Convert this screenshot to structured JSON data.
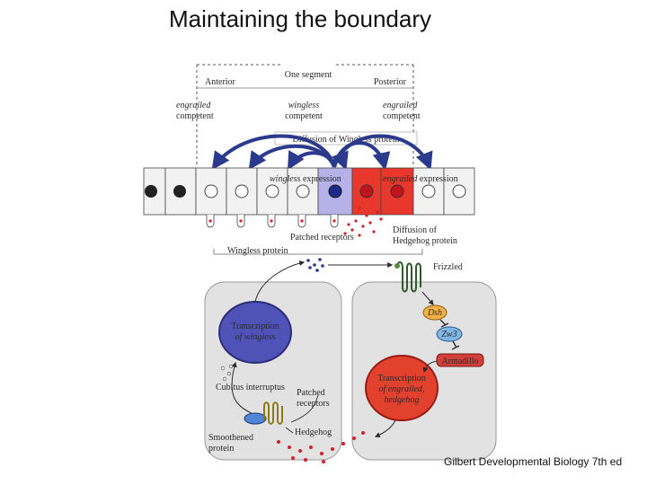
{
  "title": "Maintaining the boundary",
  "credit": "Gilbert Developmental Biology 7th ed",
  "diagram": {
    "segment_label": "One segment",
    "anterior": "Anterior",
    "posterior": "Posterior",
    "engrailed_competent_left": [
      "engrailed",
      "competent"
    ],
    "wingless_competent": [
      "wingless",
      "competent"
    ],
    "engrailed_competent_right": [
      "engrailed",
      "competent"
    ],
    "diffusion_wingless": "Diffusion of Wingless protein",
    "wingless_expression": [
      "wingless",
      " expression"
    ],
    "engrailed_expression": [
      "engrailed",
      " expression"
    ],
    "patched_receptors_top": "Patched receptors",
    "diffusion_hedgehog": [
      "Diffusion of",
      "Hedgehog protein"
    ],
    "wingless_protein": "Wingless protein",
    "frizzled": "Frizzled",
    "dsh": "Dsh",
    "zw3": "Zw3",
    "armadillo": "Armadillo",
    "transcription_wingless": [
      "Transcription",
      "of wingless"
    ],
    "transcription_engrailed": [
      "Transcription",
      "of engrailed,",
      "hedgehog"
    ],
    "cubitus": "Cubitus interruptus",
    "patched_receptors_bottom": [
      "Patched",
      "receptors"
    ],
    "hedgehog": "Hedgehog",
    "smoothened": [
      "Smoothened",
      "protein"
    ]
  }
}
